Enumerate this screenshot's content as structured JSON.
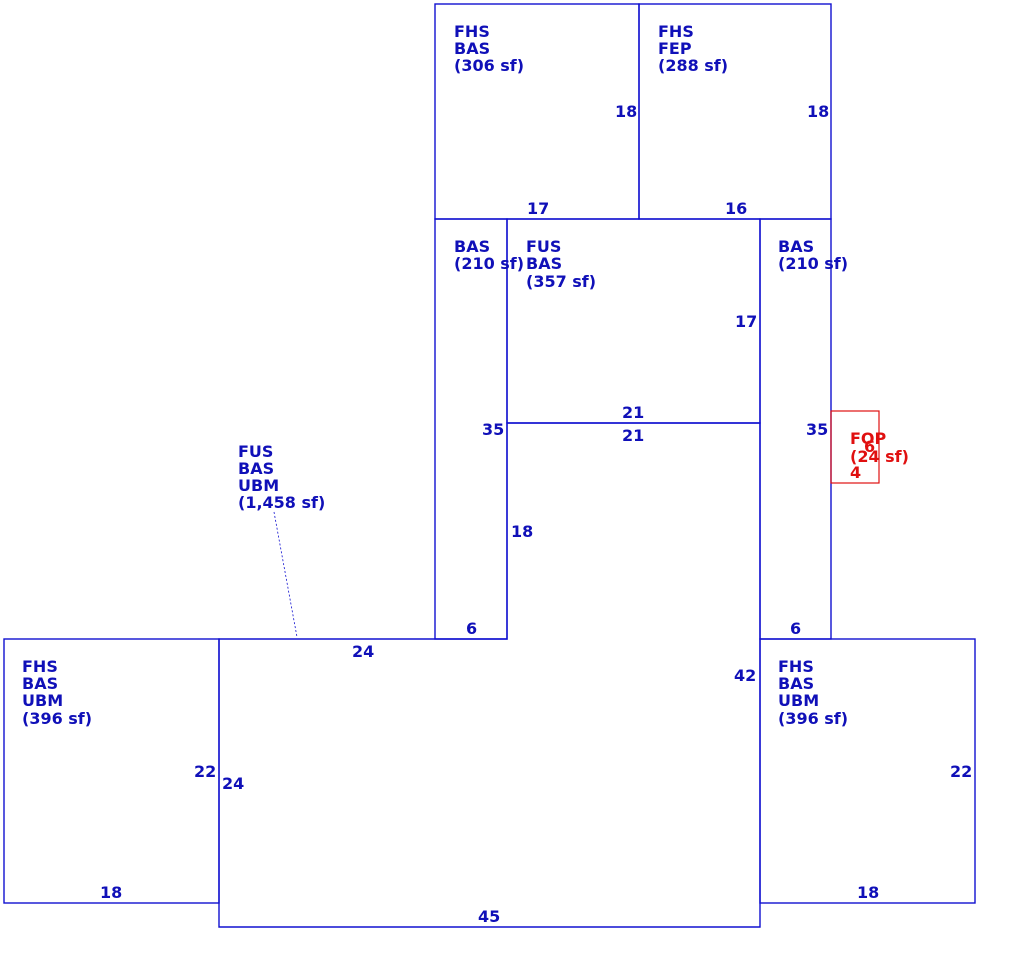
{
  "colors": {
    "line": "#1010d0",
    "text": "#1010b8",
    "porch": "#e01010"
  },
  "areas": {
    "top_left": {
      "lines": [
        "FHS",
        "BAS",
        "(306 sf)"
      ]
    },
    "top_right": {
      "lines": [
        "FHS",
        "FEP",
        "(288 sf)"
      ]
    },
    "mid_left": {
      "lines": [
        "BAS",
        "(210 sf)"
      ]
    },
    "mid_center": {
      "lines": [
        "FUS",
        "BAS",
        "(357 sf)"
      ]
    },
    "mid_right": {
      "lines": [
        "BAS",
        "(210 sf)"
      ]
    },
    "main": {
      "lines": [
        "FUS",
        "BAS",
        "UBM",
        "(1,458 sf)"
      ]
    },
    "left_wing": {
      "lines": [
        "FHS",
        "BAS",
        "UBM",
        "(396 sf)"
      ]
    },
    "right_wing": {
      "lines": [
        "FHS",
        "BAS",
        "UBM",
        "(396 sf)"
      ]
    },
    "porch": {
      "lines": [
        "FOP",
        "(24 sf)"
      ]
    }
  },
  "dimensions": {
    "top_left_height": "18",
    "top_left_width": "17",
    "top_right_height": "18",
    "top_right_width": "16",
    "mid_center_height": "17",
    "mid_center_bottom": "21",
    "main_top_notch": "21",
    "mid_left_height": "35",
    "mid_left_width": "6",
    "notch_height": "18",
    "mid_right_height": "35",
    "mid_right_width": "6",
    "main_top_left": "24",
    "main_right_height": "42",
    "main_left_height": "24",
    "main_bottom": "45",
    "left_wing_height": "22",
    "left_wing_width": "18",
    "right_wing_height": "22",
    "right_wing_width": "18",
    "porch_width": "6",
    "porch_height": "4"
  }
}
